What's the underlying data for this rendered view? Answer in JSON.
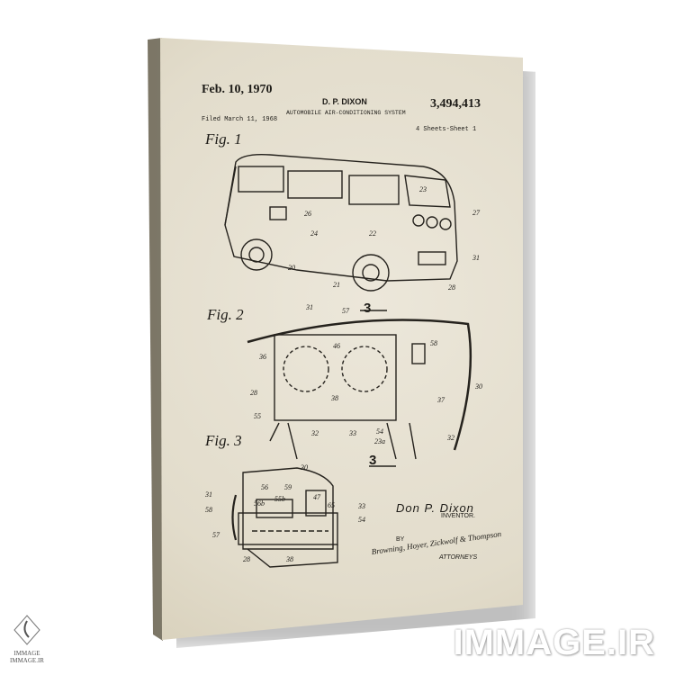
{
  "patent": {
    "date": "Feb. 10, 1970",
    "inventor_header": "D. P. DIXON",
    "patent_number": "3,494,413",
    "title": "AUTOMOBILE AIR-CONDITIONING SYSTEM",
    "filed": "Filed March 11, 1968",
    "sheets": "4 Sheets-Sheet 1",
    "fig1": "Fig. 1",
    "fig2": "Fig. 2",
    "fig3": "Fig. 3",
    "section_mark": "3",
    "inventor_name": "Don P. Dixon",
    "inventor_label": "INVENTOR.",
    "by": "BY",
    "attorneys_signature": "Browning, Hoyer, Zickwolf & Thompson",
    "attorneys_label": "ATTORNEYS",
    "fig1_refs": [
      "23",
      "27",
      "26",
      "24",
      "22",
      "31",
      "20",
      "21",
      "28"
    ],
    "fig2_refs": [
      "31",
      "57",
      "46",
      "58",
      "36",
      "28",
      "38",
      "37",
      "30",
      "55",
      "32",
      "33",
      "54",
      "23a",
      "32"
    ],
    "fig3_refs": [
      "30",
      "56",
      "59",
      "56b",
      "55b",
      "47",
      "65",
      "33",
      "31",
      "58",
      "54",
      "57",
      "28",
      "38"
    ]
  },
  "watermark": {
    "text": "IMMAGE.IR",
    "logo_text": "IMMAGE",
    "logo_sub": "IMMAGE.IR"
  }
}
